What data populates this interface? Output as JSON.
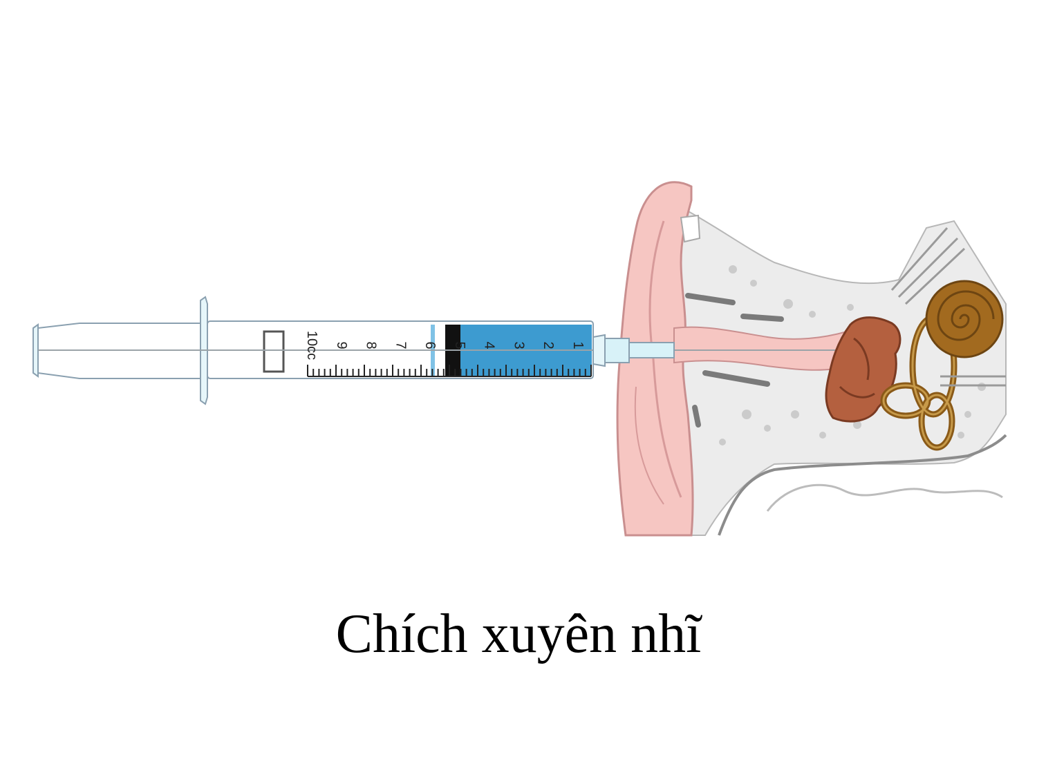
{
  "caption": "Chích xuyên nhĩ",
  "syringe": {
    "scale_numbers": [
      "10cc",
      "9",
      "8",
      "7",
      "6",
      "5",
      "4",
      "3",
      "2",
      "1"
    ],
    "fill_fraction": 0.5,
    "fluid_color": "#3d9bd0",
    "plunger_color": "#111111",
    "barrel_outline_color": "#8aa0b0"
  },
  "ear": {
    "auricle_color": "#f6c6c2",
    "auricle_outline_color": "#c98f8f",
    "ossicle_color": "#b4603f",
    "cochlea_color": "#a26a1f",
    "bone_color": "#d9d9d9"
  }
}
